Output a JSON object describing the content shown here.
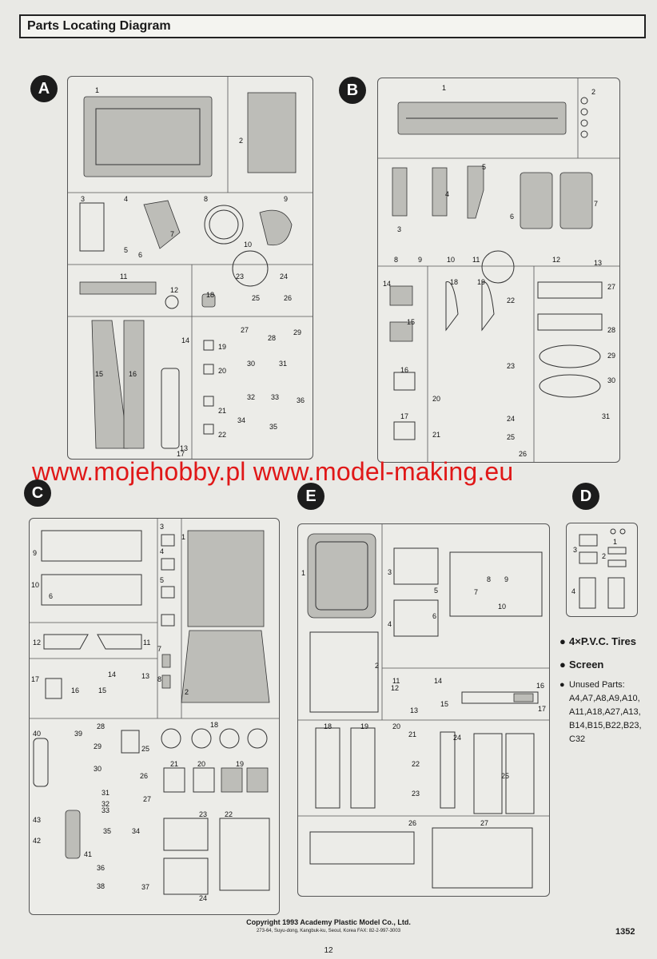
{
  "header": {
    "title": "Parts Locating Diagram"
  },
  "sprues": {
    "A": {
      "label": "A",
      "parts": [
        "1",
        "2",
        "3",
        "4",
        "5",
        "6",
        "7",
        "8",
        "9",
        "10",
        "11",
        "12",
        "13",
        "14",
        "15",
        "16",
        "17",
        "18",
        "19",
        "20",
        "21",
        "22",
        "23",
        "24",
        "25",
        "26",
        "27",
        "28",
        "29",
        "30",
        "31",
        "32",
        "33",
        "34",
        "35",
        "36"
      ]
    },
    "B": {
      "label": "B",
      "parts": [
        "1",
        "2",
        "3",
        "4",
        "5",
        "6",
        "7",
        "8",
        "9",
        "10",
        "11",
        "12",
        "13",
        "14",
        "15",
        "16",
        "17",
        "18",
        "19",
        "20",
        "21",
        "22",
        "23",
        "24",
        "25",
        "26",
        "27",
        "28",
        "29",
        "30",
        "31"
      ]
    },
    "C": {
      "label": "C",
      "parts": [
        "1",
        "2",
        "3",
        "4",
        "5",
        "6",
        "7",
        "8",
        "9",
        "10",
        "11",
        "12",
        "13",
        "14",
        "15",
        "16",
        "17",
        "18",
        "19",
        "20",
        "21",
        "22",
        "23",
        "24",
        "25",
        "26",
        "27",
        "28",
        "29",
        "30",
        "31",
        "32",
        "33",
        "34",
        "35",
        "36",
        "37",
        "38",
        "39",
        "40",
        "41",
        "42",
        "43"
      ]
    },
    "E": {
      "label": "E",
      "parts": [
        "1",
        "2",
        "3",
        "4",
        "5",
        "6",
        "7",
        "8",
        "9",
        "10",
        "11",
        "12",
        "13",
        "14",
        "15",
        "16",
        "17",
        "18",
        "19",
        "20",
        "21",
        "22",
        "23",
        "24",
        "25",
        "26",
        "27"
      ]
    },
    "D": {
      "label": "D",
      "parts": [
        "1",
        "2",
        "3",
        "4"
      ]
    }
  },
  "watermark": "www.mojehobby.pl www.model-making.eu",
  "notes": {
    "tires": "4×P.V.C. Tires",
    "screen": "Screen",
    "unused_title": "Unused Parts:",
    "unused_list": "A4,A7,A8,A9,A10, A11,A18,A27,A13, B14,B15,B22,B23, C32"
  },
  "footer": {
    "copyright": "Copyright 1993 Academy Plastic Model Co., Ltd.",
    "address": "273-64, Suyu-dong, Kangbuk-ku, Seoul, Korea   FAX: 82-2-997-3003",
    "code": "1352",
    "page": "12"
  }
}
